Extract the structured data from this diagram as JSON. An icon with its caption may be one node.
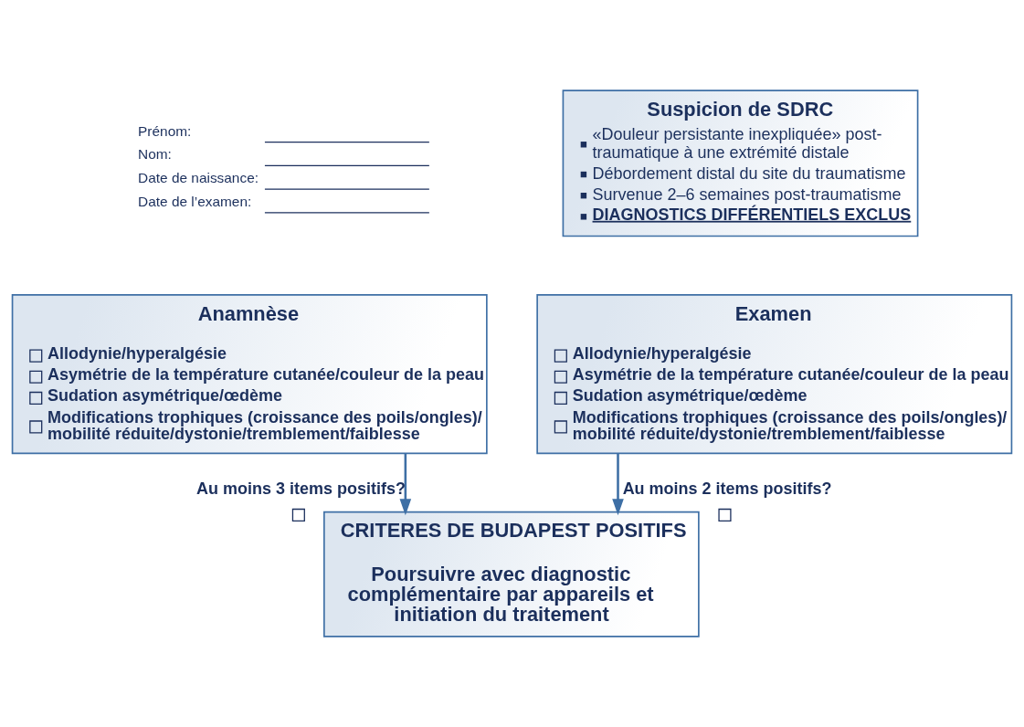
{
  "diagram": {
    "nodes": [
      {
        "text": [
          "Suspicion de SDRC",
          "«Douleur persistante inexpliquée» post-traumatique à une extrémité distale",
          "Débordement distal du site du traumatisme",
          "Survenue 2–6 semaines post-traumatisme",
          "DIAGNOSTICS DIFFÉRENTIELS EXCLUS"
        ]
      },
      {
        "text": [
          "Anamnèse",
          "Allodynie/hyperalgésie",
          "Asymétrie de la température cutanée/couleur de la peau",
          "Sudation asymétrique/œdème",
          "Modifications trophiques (croissance des poils/ongles)/ mobilité réduite/dystonie/tremblement/faiblesse"
        ]
      },
      {
        "text": [
          "Examen",
          "Allodynie/hyperalgésie",
          "Asymétrie de la température cutanée/couleur de la peau",
          "Sudation asymétrique/œdème",
          "Modifications trophiques (croissance des poils/ongles)/ mobilité réduite/dystonie/tremblement/faiblesse"
        ]
      },
      {
        "text": [
          "CRITERES DE BUDAPEST POSITIFS",
          "Poursuivre avec diagnostic complémentaire par appareils et initiation du traitement"
        ]
      }
    ],
    "edges": [
      {
        "from": 1,
        "to": 3,
        "arrow": "to",
        "label": "Au moins 3 items positifs?"
      },
      {
        "from": 2,
        "to": 3,
        "arrow": "to",
        "label": "Au moins 2 items positifs?"
      }
    ],
    "labels": [
      "Prénom:",
      "Nom:",
      "Date de naissance:",
      "Date de l’examen:"
    ]
  }
}
